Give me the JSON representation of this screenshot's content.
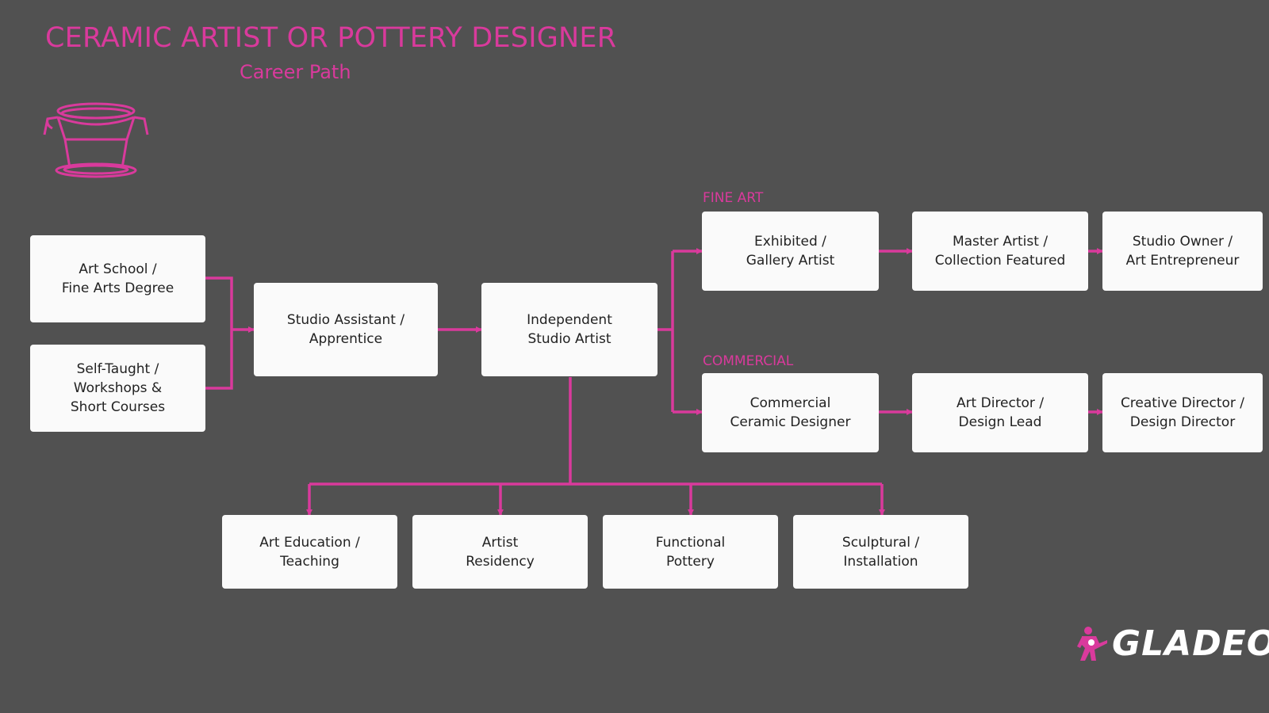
{
  "header": {
    "title": "CERAMIC ARTIST OR POTTERY DESIGNER",
    "subtitle": "Career Path"
  },
  "icon": "pottery-bowl-icon",
  "branches": {
    "fine_art": "FINE ART",
    "commercial": "COMMERCIAL"
  },
  "nodes": {
    "art_school": "Art School /\nFine Arts Degree",
    "self_taught": "Self-Taught /\nWorkshops &\nShort Courses",
    "studio_assistant": "Studio Assistant /\nApprentice",
    "independent": "Independent\nStudio Artist",
    "exhibited": "Exhibited /\nGallery Artist",
    "master": "Master Artist /\nCollection Featured",
    "studio_owner": "Studio Owner /\nArt Entrepreneur",
    "commercial_designer": "Commercial\nCeramic Designer",
    "art_director": "Art Director /\nDesign Lead",
    "creative_director": "Creative Director /\nDesign Director",
    "art_education": "Art Education /\nTeaching",
    "residency": "Artist\nResidency",
    "functional": "Functional\nPottery",
    "sculptural": "Sculptural /\nInstallation"
  },
  "logo": {
    "text": "GLADEO"
  },
  "colors": {
    "accent": "#d93a9c",
    "background": "#515151",
    "box": "#fafafa"
  }
}
